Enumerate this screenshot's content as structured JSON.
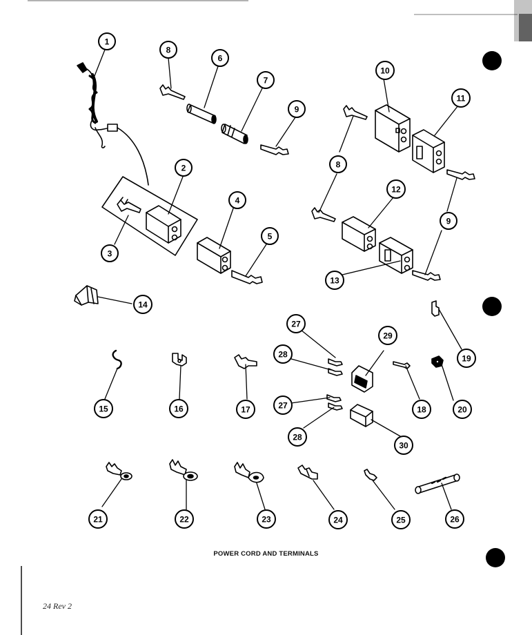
{
  "figure": {
    "caption": "POWER CORD AND TERMINALS",
    "page_label": "24 Rev 2"
  },
  "callouts": [
    "1",
    "2",
    "3",
    "4",
    "5",
    "6",
    "7",
    "8",
    "9",
    "10",
    "11",
    "12",
    "13",
    "14",
    "15",
    "16",
    "17",
    "18",
    "19",
    "20",
    "21",
    "22",
    "23",
    "24",
    "25",
    "26",
    "27",
    "28",
    "29",
    "30"
  ],
  "colors": {
    "ink": "#000000",
    "paper": "#ffffff",
    "hole_punch": "#000000"
  }
}
